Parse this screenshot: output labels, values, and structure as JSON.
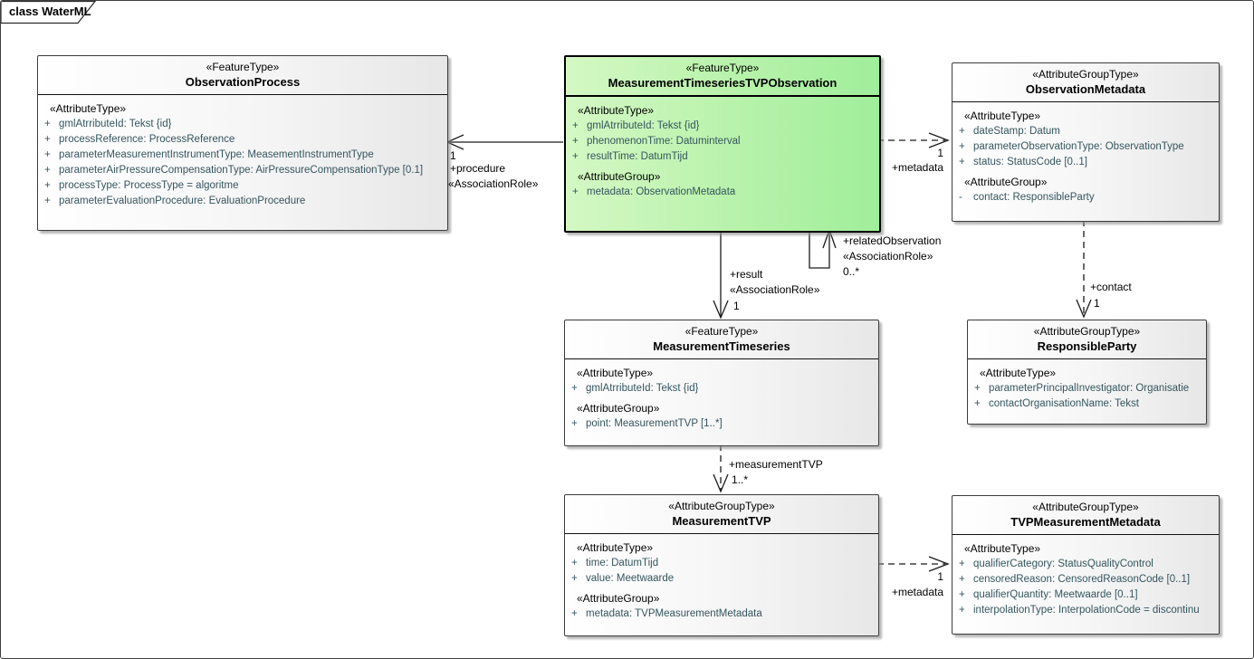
{
  "diagram": {
    "tab_label": "class WaterML"
  },
  "colors": {
    "highlight_class_fill": "#b8f2ab",
    "class_fill": "#f5f5f5",
    "attribute_text": "#34555f",
    "line": "#1a1a1a"
  },
  "classes": [
    {
      "name": "ObservationProcess",
      "stereotype": "«FeatureType»",
      "sections": [
        {
          "heading": "«AttributeType»",
          "attrs": [
            {
              "vis": "+",
              "text": "gmlAtrributeId: Tekst {id}"
            },
            {
              "vis": "+",
              "text": "processReference: ProcessReference"
            },
            {
              "vis": "+",
              "text": "parameterMeasurementInstrumentType: MeasementInstrumentType"
            },
            {
              "vis": "+",
              "text": "parameterAirPressureCompensationType: AirPressureCompensationType [0.1]"
            },
            {
              "vis": "+",
              "text": "processType: ProcessType = algoritme"
            },
            {
              "vis": "+",
              "text": "parameterEvaluationProcedure: EvaluationProcedure"
            }
          ]
        }
      ]
    },
    {
      "name": "MeasurementTimeseriesTVPObservation",
      "stereotype": "«FeatureType»",
      "sections": [
        {
          "heading": "«AttributeType»",
          "attrs": [
            {
              "vis": "+",
              "text": "gmlAtrributeId: Tekst {id}"
            },
            {
              "vis": "+",
              "text": "phenomenonTime: Datuminterval"
            },
            {
              "vis": "+",
              "text": "resultTime: DatumTijd"
            }
          ]
        },
        {
          "heading": "«AttributeGroup»",
          "attrs": [
            {
              "vis": "+",
              "text": "metadata: ObservationMetadata"
            }
          ]
        }
      ]
    },
    {
      "name": "ObservationMetadata",
      "stereotype": "«AttributeGroupType»",
      "sections": [
        {
          "heading": "«AttributeType»",
          "attrs": [
            {
              "vis": "+",
              "text": "dateStamp: Datum"
            },
            {
              "vis": "+",
              "text": "parameterObservationType: ObservationType"
            },
            {
              "vis": "+",
              "text": "status: StatusCode [0..1]"
            }
          ]
        },
        {
          "heading": "«AttributeGroup»",
          "attrs": [
            {
              "vis": "-",
              "text": "contact: ResponsibleParty"
            }
          ]
        }
      ]
    },
    {
      "name": "MeasurementTimeseries",
      "stereotype": "«FeatureType»",
      "sections": [
        {
          "heading": "«AttributeType»",
          "attrs": [
            {
              "vis": "+",
              "text": "gmlAtrributeId: Tekst {id}"
            }
          ]
        },
        {
          "heading": "«AttributeGroup»",
          "attrs": [
            {
              "vis": "+",
              "text": "point: MeasurementTVP [1..*]"
            }
          ]
        }
      ]
    },
    {
      "name": "ResponsibleParty",
      "stereotype": "«AttributeGroupType»",
      "sections": [
        {
          "heading": "«AttributeType»",
          "attrs": [
            {
              "vis": "+",
              "text": "parameterPrincipalInvestigator: Organisatie"
            },
            {
              "vis": "+",
              "text": "contactOrganisationName: Tekst"
            }
          ]
        }
      ]
    },
    {
      "name": "MeasurementTVP",
      "stereotype": "«AttributeGroupType»",
      "sections": [
        {
          "heading": "«AttributeType»",
          "attrs": [
            {
              "vis": "+",
              "text": "time: DatumTijd"
            },
            {
              "vis": "+",
              "text": "value: Meetwaarde"
            }
          ]
        },
        {
          "heading": "«AttributeGroup»",
          "attrs": [
            {
              "vis": "+",
              "text": "metadata: TVPMeasurementMetadata"
            }
          ]
        }
      ]
    },
    {
      "name": "TVPMeasurementMetadata",
      "stereotype": "«AttributeGroupType»",
      "sections": [
        {
          "heading": "«AttributeType»",
          "attrs": [
            {
              "vis": "+",
              "text": "qualifierCategory: StatusQualityControl"
            },
            {
              "vis": "+",
              "text": "censoredReason: CensoredReasonCode [0..1]"
            },
            {
              "vis": "+",
              "text": "qualifierQuantity: Meetwaarde [0..1]"
            },
            {
              "vis": "+",
              "text": "interpolationType: InterpolationCode = discontinu"
            }
          ]
        }
      ]
    }
  ],
  "connectors": {
    "procedure": {
      "multiplicity": "1",
      "role": "+procedure",
      "stereotype": "«AssociationRole»"
    },
    "metadata_observation": {
      "multiplicity": "1",
      "role": "+metadata"
    },
    "related_observation": {
      "role": "+relatedObservation",
      "stereotype": "«AssociationRole»",
      "multiplicity": "0..*"
    },
    "result": {
      "role": "+result",
      "stereotype": "«AssociationRole»",
      "multiplicity": "1"
    },
    "contact": {
      "role": "+contact",
      "multiplicity": "1"
    },
    "measurement_tvp": {
      "role": "+measurementTVP",
      "multiplicity": "1..*"
    },
    "metadata_tvp": {
      "multiplicity": "1",
      "role": "+metadata"
    }
  }
}
